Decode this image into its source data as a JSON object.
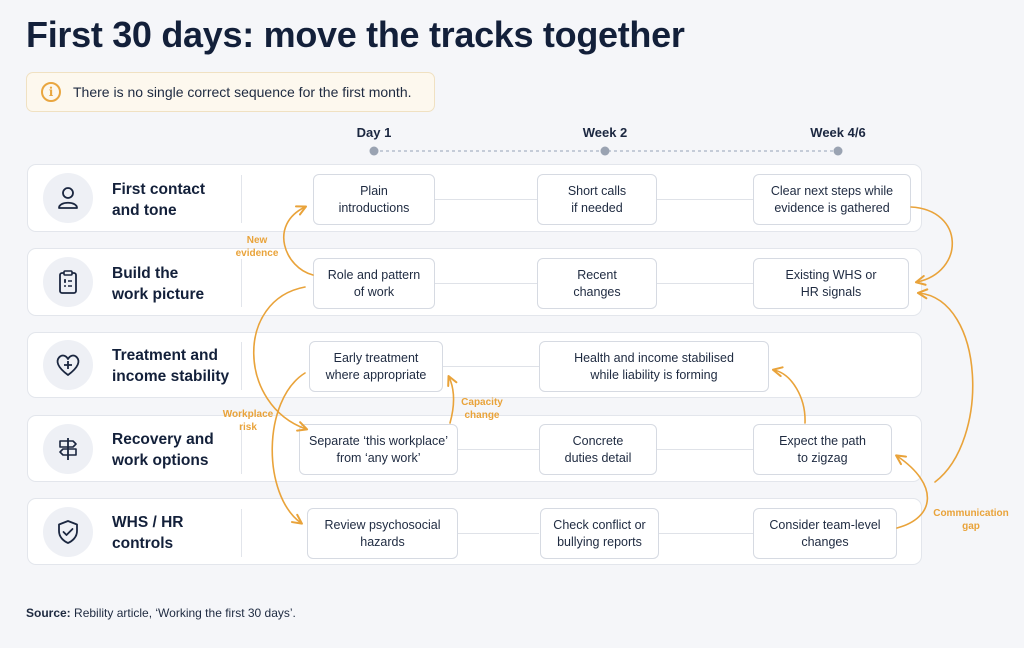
{
  "title": "First 30 days: move the tracks together",
  "note": {
    "icon": "info-icon",
    "text": "There is no single correct sequence for the first month."
  },
  "timeline": [
    "Day 1",
    "Week 2",
    "Week 4/6"
  ],
  "rows": [
    {
      "label_line1": "First contact",
      "label_line2": "and tone",
      "icon": "person-icon",
      "cards": [
        {
          "line1": "Plain",
          "line2": "introductions"
        },
        {
          "line1": "Short calls",
          "line2": "if needed"
        },
        {
          "line1": "Clear next steps while",
          "line2": "evidence is gathered"
        }
      ]
    },
    {
      "label_line1": "Build the",
      "label_line2": "work picture",
      "icon": "clipboard-icon",
      "cards": [
        {
          "line1": "Role and pattern",
          "line2": "of work"
        },
        {
          "line1": "Recent",
          "line2": "changes"
        },
        {
          "line1": "Existing WHS or",
          "line2": "HR signals"
        }
      ]
    },
    {
      "label_line1": "Treatment and",
      "label_line2": "income stability",
      "icon": "heart-plus-icon",
      "cards": [
        {
          "line1": "Early treatment",
          "line2": "where appropriate"
        },
        {
          "line1": "Health and income stabilised",
          "line2": "while liability is forming"
        }
      ]
    },
    {
      "label_line1": "Recovery and",
      "label_line2": "work options",
      "icon": "signpost-icon",
      "cards": [
        {
          "line1": "Separate ‘this workplace’",
          "line2": "from ‘any work’"
        },
        {
          "line1": "Concrete",
          "line2": "duties detail"
        },
        {
          "line1": "Expect the path",
          "line2": "to zigzag"
        }
      ]
    },
    {
      "label_line1": "WHS / HR",
      "label_line2": "controls",
      "icon": "shield-check-icon",
      "cards": [
        {
          "line1": "Review psychosocial",
          "line2": "hazards"
        },
        {
          "line1": "Check conflict or",
          "line2": "bullying reports"
        },
        {
          "line1": "Consider team-level",
          "line2": "changes"
        }
      ]
    }
  ],
  "annotations": {
    "new_evidence": {
      "line1": "New",
      "line2": "evidence"
    },
    "workplace_risk": {
      "line1": "Workplace",
      "line2": "risk"
    },
    "capacity_change": {
      "line1": "Capacity",
      "line2": "change"
    },
    "communication_gap": {
      "line1": "Communication",
      "line2": "gap"
    }
  },
  "colors": {
    "accent": "#e9a33a",
    "text": "#13203a",
    "timeline_dot": "#9aa3b2"
  },
  "source": {
    "label": "Source:",
    "text": "Rebility article, ‘Working the first 30 days’."
  }
}
